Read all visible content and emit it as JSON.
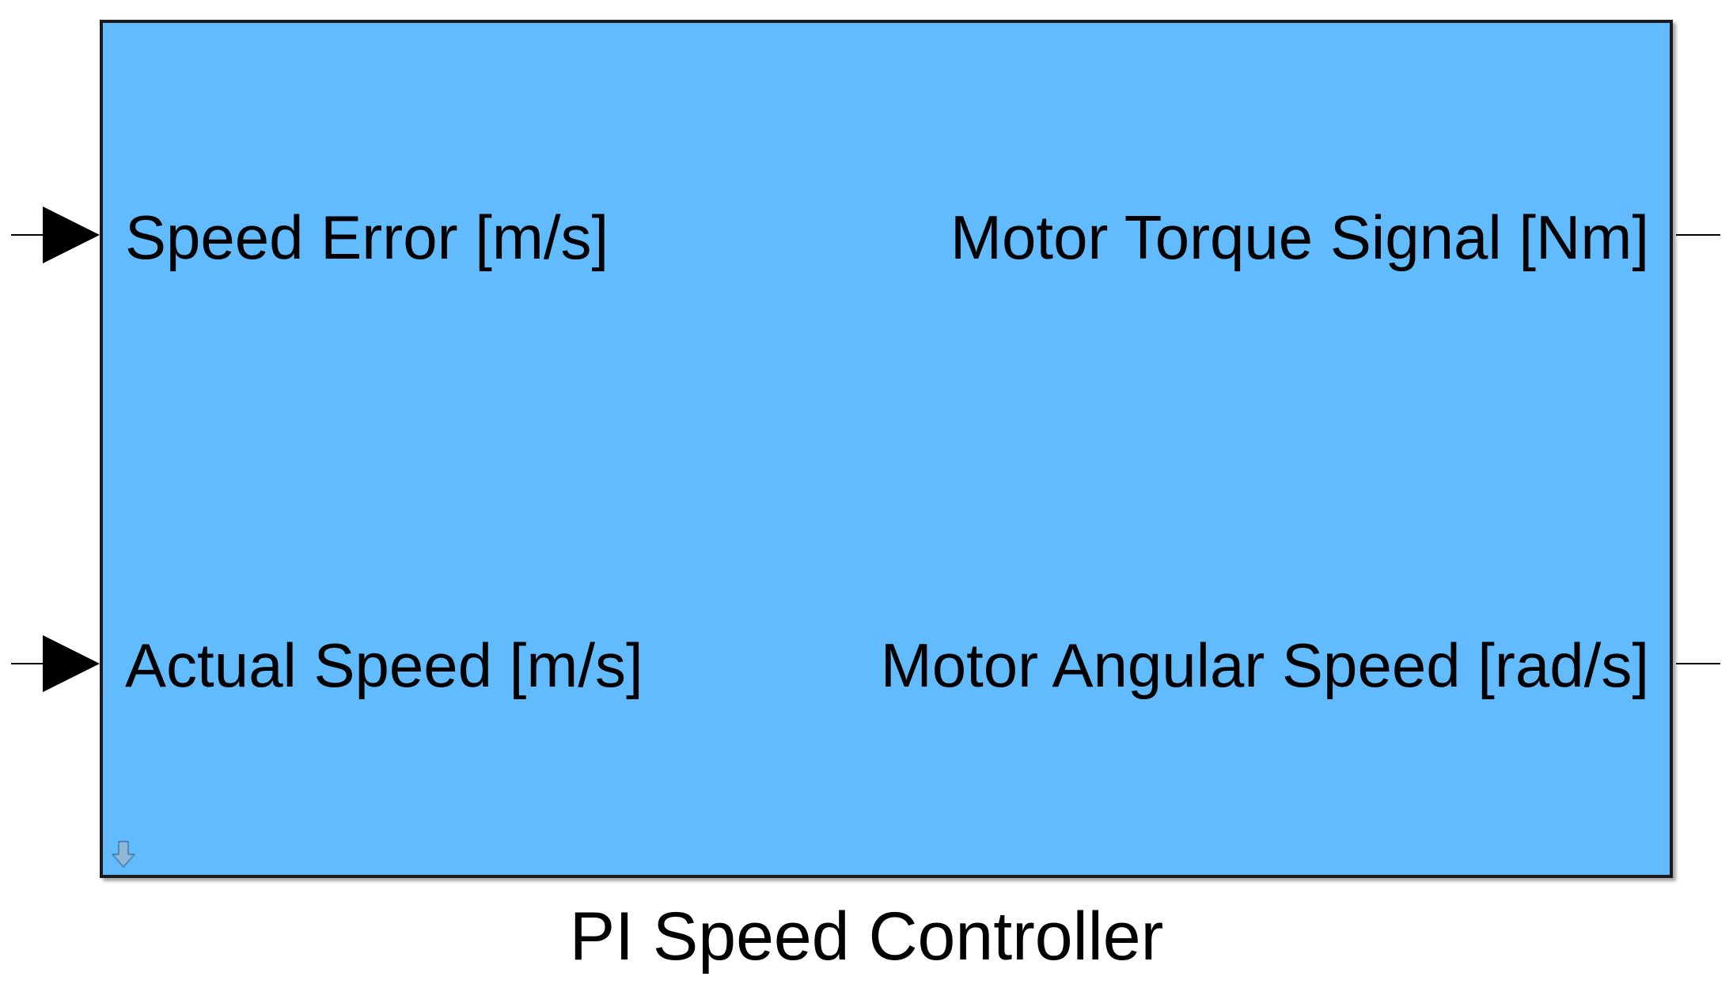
{
  "block": {
    "name": "PI Speed Controller",
    "fill_color": "#61bbfc",
    "inputs": [
      {
        "label": "Speed Error [m/s]"
      },
      {
        "label": "Actual Speed [m/s]"
      }
    ],
    "outputs": [
      {
        "label": "Motor Torque Signal [Nm]"
      },
      {
        "label": "Motor Angular Speed [rad/s]"
      }
    ],
    "corner_icon": "library-link-arrow-icon"
  }
}
